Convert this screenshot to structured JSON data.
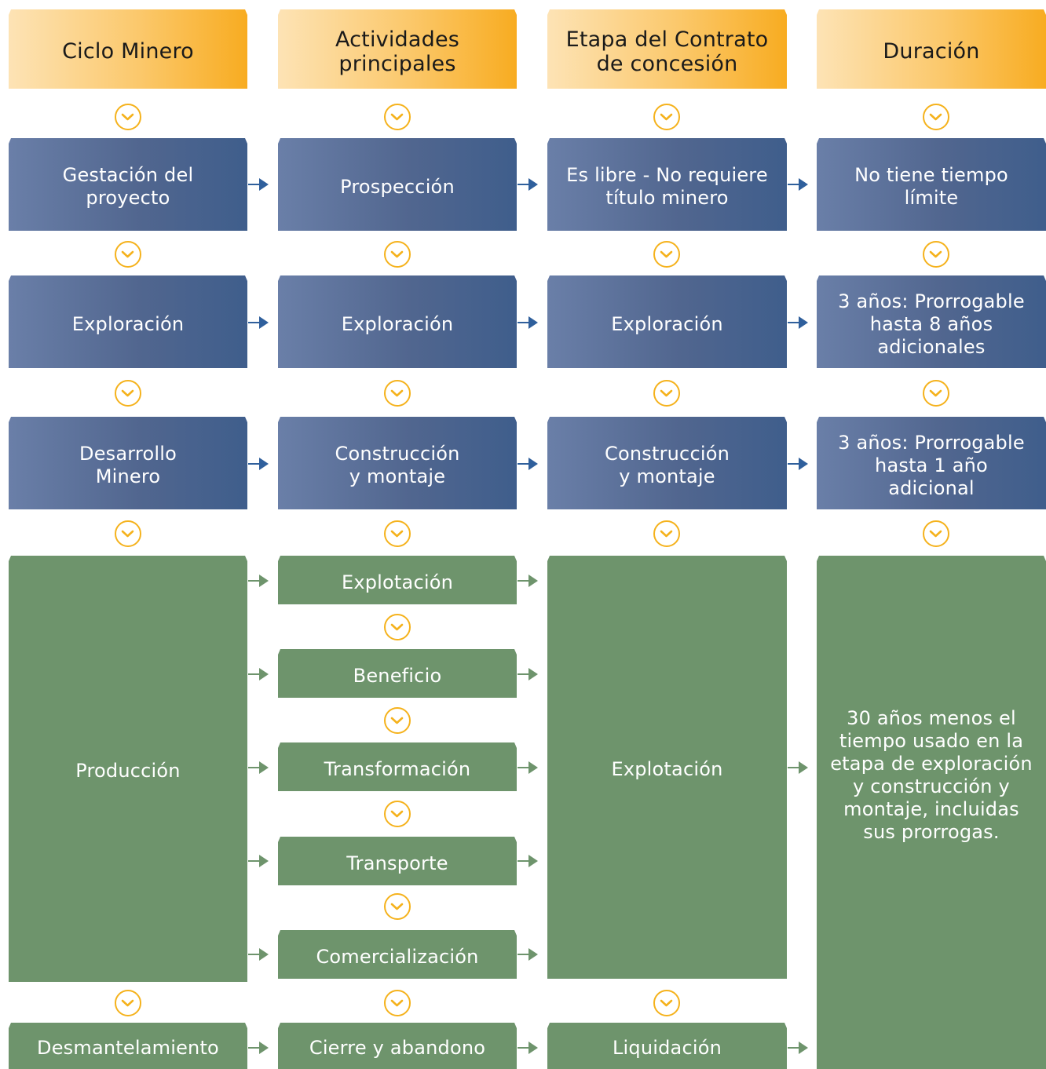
{
  "colors": {
    "header_light": "#fde3b5",
    "header_dark": "#f8ac21",
    "blue_light": "#6a7fa8",
    "blue_dark": "#3f5e8c",
    "green": "#6e946c",
    "chevron": "#f5b21c",
    "arrow_blue": "#2f5f9c"
  },
  "headers": {
    "ciclo": "Ciclo Minero",
    "actividades": "Actividades\nprincipales",
    "etapa": "Etapa del Contrato\nde concesión",
    "duracion": "Duración"
  },
  "rows": {
    "gestacion": {
      "ciclo": "Gestación del\nproyecto",
      "actividad": "Prospección",
      "etapa": "Es libre - No requiere\ntítulo minero",
      "duracion": "No tiene tiempo\nlímite"
    },
    "exploracion": {
      "ciclo": "Exploración",
      "actividad": "Exploración",
      "etapa": "Exploración",
      "duracion": "3 años: Prorrogable\nhasta 8 años\nadicionales"
    },
    "desarrollo": {
      "ciclo": "Desarrollo\nMinero",
      "actividad": "Construcción\ny montaje",
      "etapa": "Construcción\ny montaje",
      "duracion": "3 años: Prorrogable\nhasta 1 año\nadicional"
    },
    "produccion": {
      "ciclo": "Producción",
      "actividades": [
        "Explotación",
        "Beneficio",
        "Transformación",
        "Transporte",
        "Comercialización"
      ],
      "etapa": "Explotación",
      "duracion": "30 años menos el\ntiempo usado en la\netapa de exploración\ny construcción y\nmontaje, incluidas\nsus prorrogas."
    },
    "desmantelamiento": {
      "ciclo": "Desmantelamiento",
      "actividad": "Cierre y abandono",
      "etapa": "Liquidación"
    }
  },
  "icons": {
    "flow": "chevron-down-icon",
    "connector": "arrow-right-icon"
  }
}
